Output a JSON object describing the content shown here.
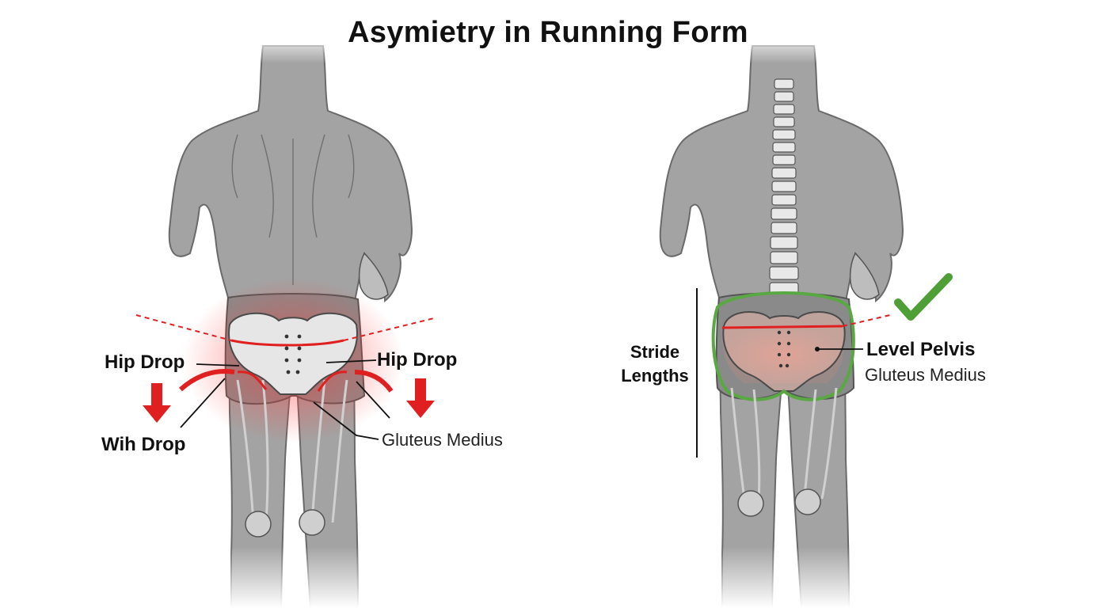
{
  "title": "Asymietry in Running Form",
  "left_figure": {
    "hip_drop_left": "Hip Drop",
    "hip_drop_right": "Hip Drop",
    "wih_drop": "Wih Drop",
    "gluteus_medius": "Gluteus Medius"
  },
  "right_figure": {
    "stride_lengths_line1": "Stride",
    "stride_lengths_line2": "Lengths",
    "level_pelvis": "Level Pelvis",
    "gluteus_medius": "Gluteus Medius"
  },
  "colors": {
    "body": "#9d9d9d",
    "body_dark": "#5d5d5d",
    "bone": "#e7e7e7",
    "bone_stroke": "#555555",
    "alert_red": "#e02020",
    "check_green": "#4e9f36",
    "outline_green": "#5aa843"
  },
  "icons": {
    "down_arrow": "red-down-arrow-icon",
    "check": "green-checkmark-icon"
  }
}
